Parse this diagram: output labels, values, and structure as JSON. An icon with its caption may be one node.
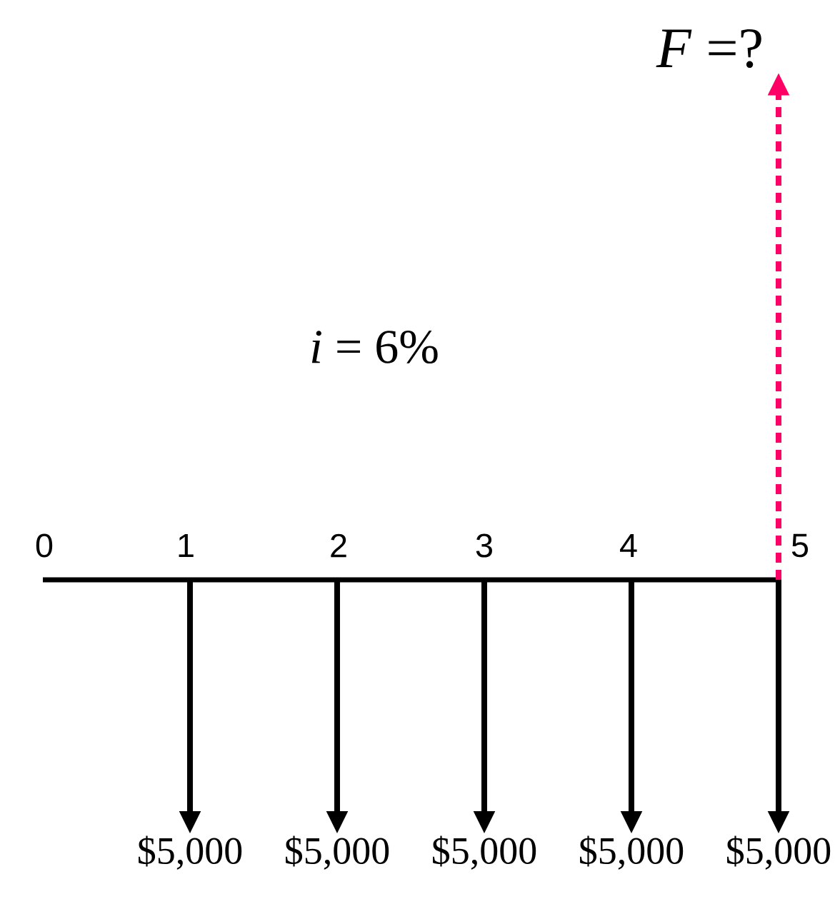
{
  "diagram": {
    "nodes": [
      {
        "text": [
          "*F* =?"
        ]
      },
      {
        "text": [
          "$5,000"
        ]
      },
      {
        "text": [
          "$5,000"
        ]
      },
      {
        "text": [
          "$5,000"
        ]
      },
      {
        "text": [
          "$5,000"
        ]
      },
      {
        "text": [
          "$5,000"
        ]
      }
    ],
    "edges": [
      {
        "from": null,
        "to": 0,
        "arrow": "to",
        "style": "dashed",
        "color": "#ff0066"
      },
      {
        "from": null,
        "to": 1,
        "arrow": "to"
      },
      {
        "from": null,
        "to": 2,
        "arrow": "to"
      },
      {
        "from": null,
        "to": 3,
        "arrow": "to"
      },
      {
        "from": null,
        "to": 4,
        "arrow": "to"
      },
      {
        "from": null,
        "to": 5,
        "arrow": "to"
      }
    ],
    "labels": [
      "*i* = 6%",
      "0",
      "1",
      "2",
      "3",
      "4",
      "5"
    ]
  }
}
